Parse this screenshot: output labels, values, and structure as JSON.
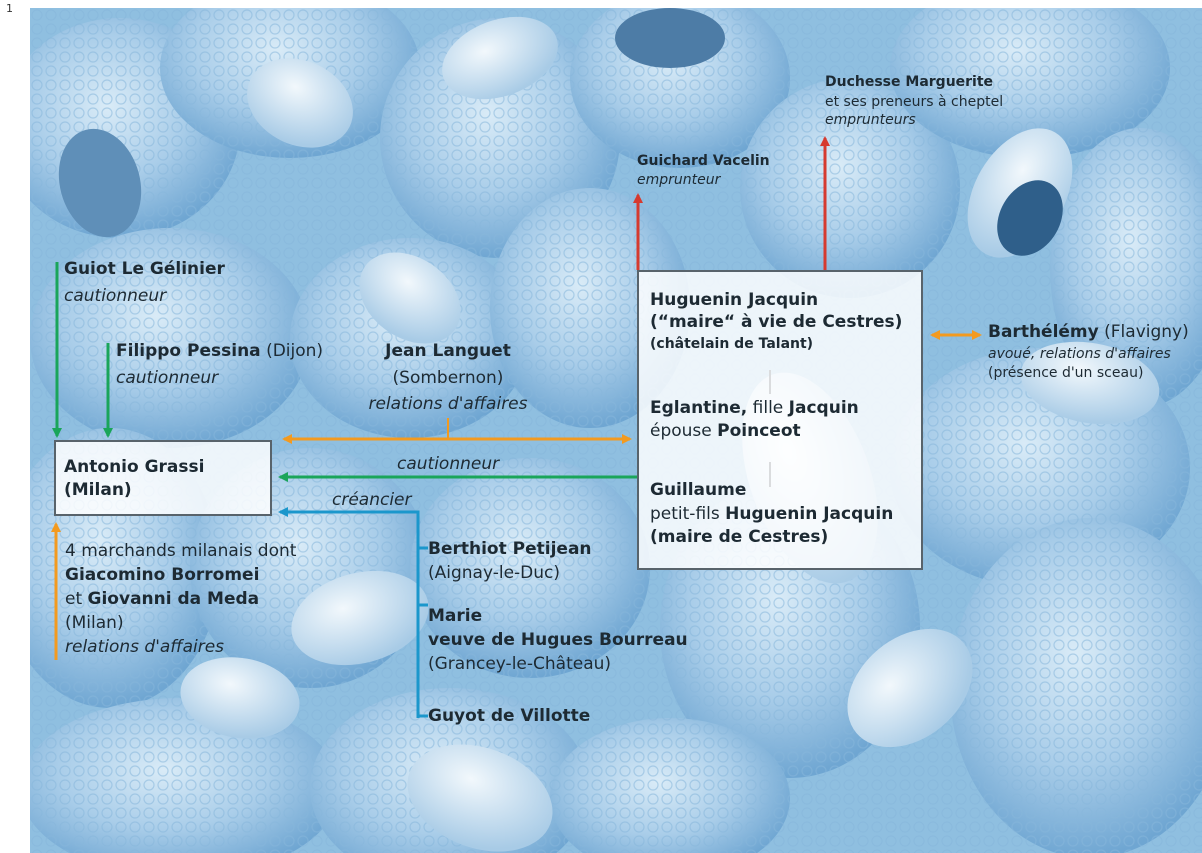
{
  "page_number": "1",
  "colors": {
    "green": "#1aa55a",
    "orange": "#f39a1f",
    "red": "#d63a2f",
    "blue": "#1b97cc",
    "box_border": "#58636b",
    "background_tint": "#8fbfe0"
  },
  "nodes": {
    "antonio": {
      "name": "Antonio Grassi",
      "place": "(Milan)"
    },
    "guiot": {
      "name": "Guiot Le Gélinier",
      "role": "cautionneur"
    },
    "filippo": {
      "name": "Filippo Pessina",
      "place": "(Dijon)",
      "role": "cautionneur"
    },
    "jean": {
      "name": "Jean Languet",
      "place": "(Sombernon)",
      "role": "relations d'affaires"
    },
    "marchands": {
      "line1": "4 marchands milanais dont",
      "name1": "Giacomino Borromei",
      "conj": "et",
      "name2": "Giovanni da Meda",
      "place": "(Milan)",
      "role": "relations d'affaires"
    },
    "berthiot": {
      "name": "Berthiot Petijean",
      "place": "(Aignay-le-Duc)"
    },
    "marie": {
      "name": "Marie",
      "desc": "veuve de Hugues Bourreau",
      "place": "(Grancey-le-Château)"
    },
    "guyot": {
      "name": "Guyot de Villotte"
    },
    "huguenin": {
      "name": "Huguenin Jacquin",
      "title": "(“maire“ à vie de Cestres)",
      "title2": "(châtelain de Talant)"
    },
    "eglantine": {
      "name": "Eglantine,",
      "mid": "fille",
      "surname": "Jacquin",
      "pre2": "épouse",
      "name2": "Poinceot"
    },
    "guillaume": {
      "name": "Guillaume",
      "pre": "petit-fils",
      "name2": "Huguenin Jacquin",
      "title": "(maire de Cestres)"
    },
    "guichard": {
      "name": "Guichard Vacelin",
      "role": "emprunteur"
    },
    "duchesse": {
      "name": "Duchesse Marguerite",
      "desc": "et ses preneurs à cheptel",
      "role": "emprunteurs"
    },
    "barthelemy": {
      "name": "Barthélémy",
      "place": "(Flavigny)",
      "role": "avoué, relations d'affaires",
      "note": "(présence d'un sceau)"
    }
  },
  "edge_labels": {
    "cautionneur": "cautionneur",
    "creancier": "créancier"
  },
  "icons": [
    "sheep-flock-photo"
  ]
}
